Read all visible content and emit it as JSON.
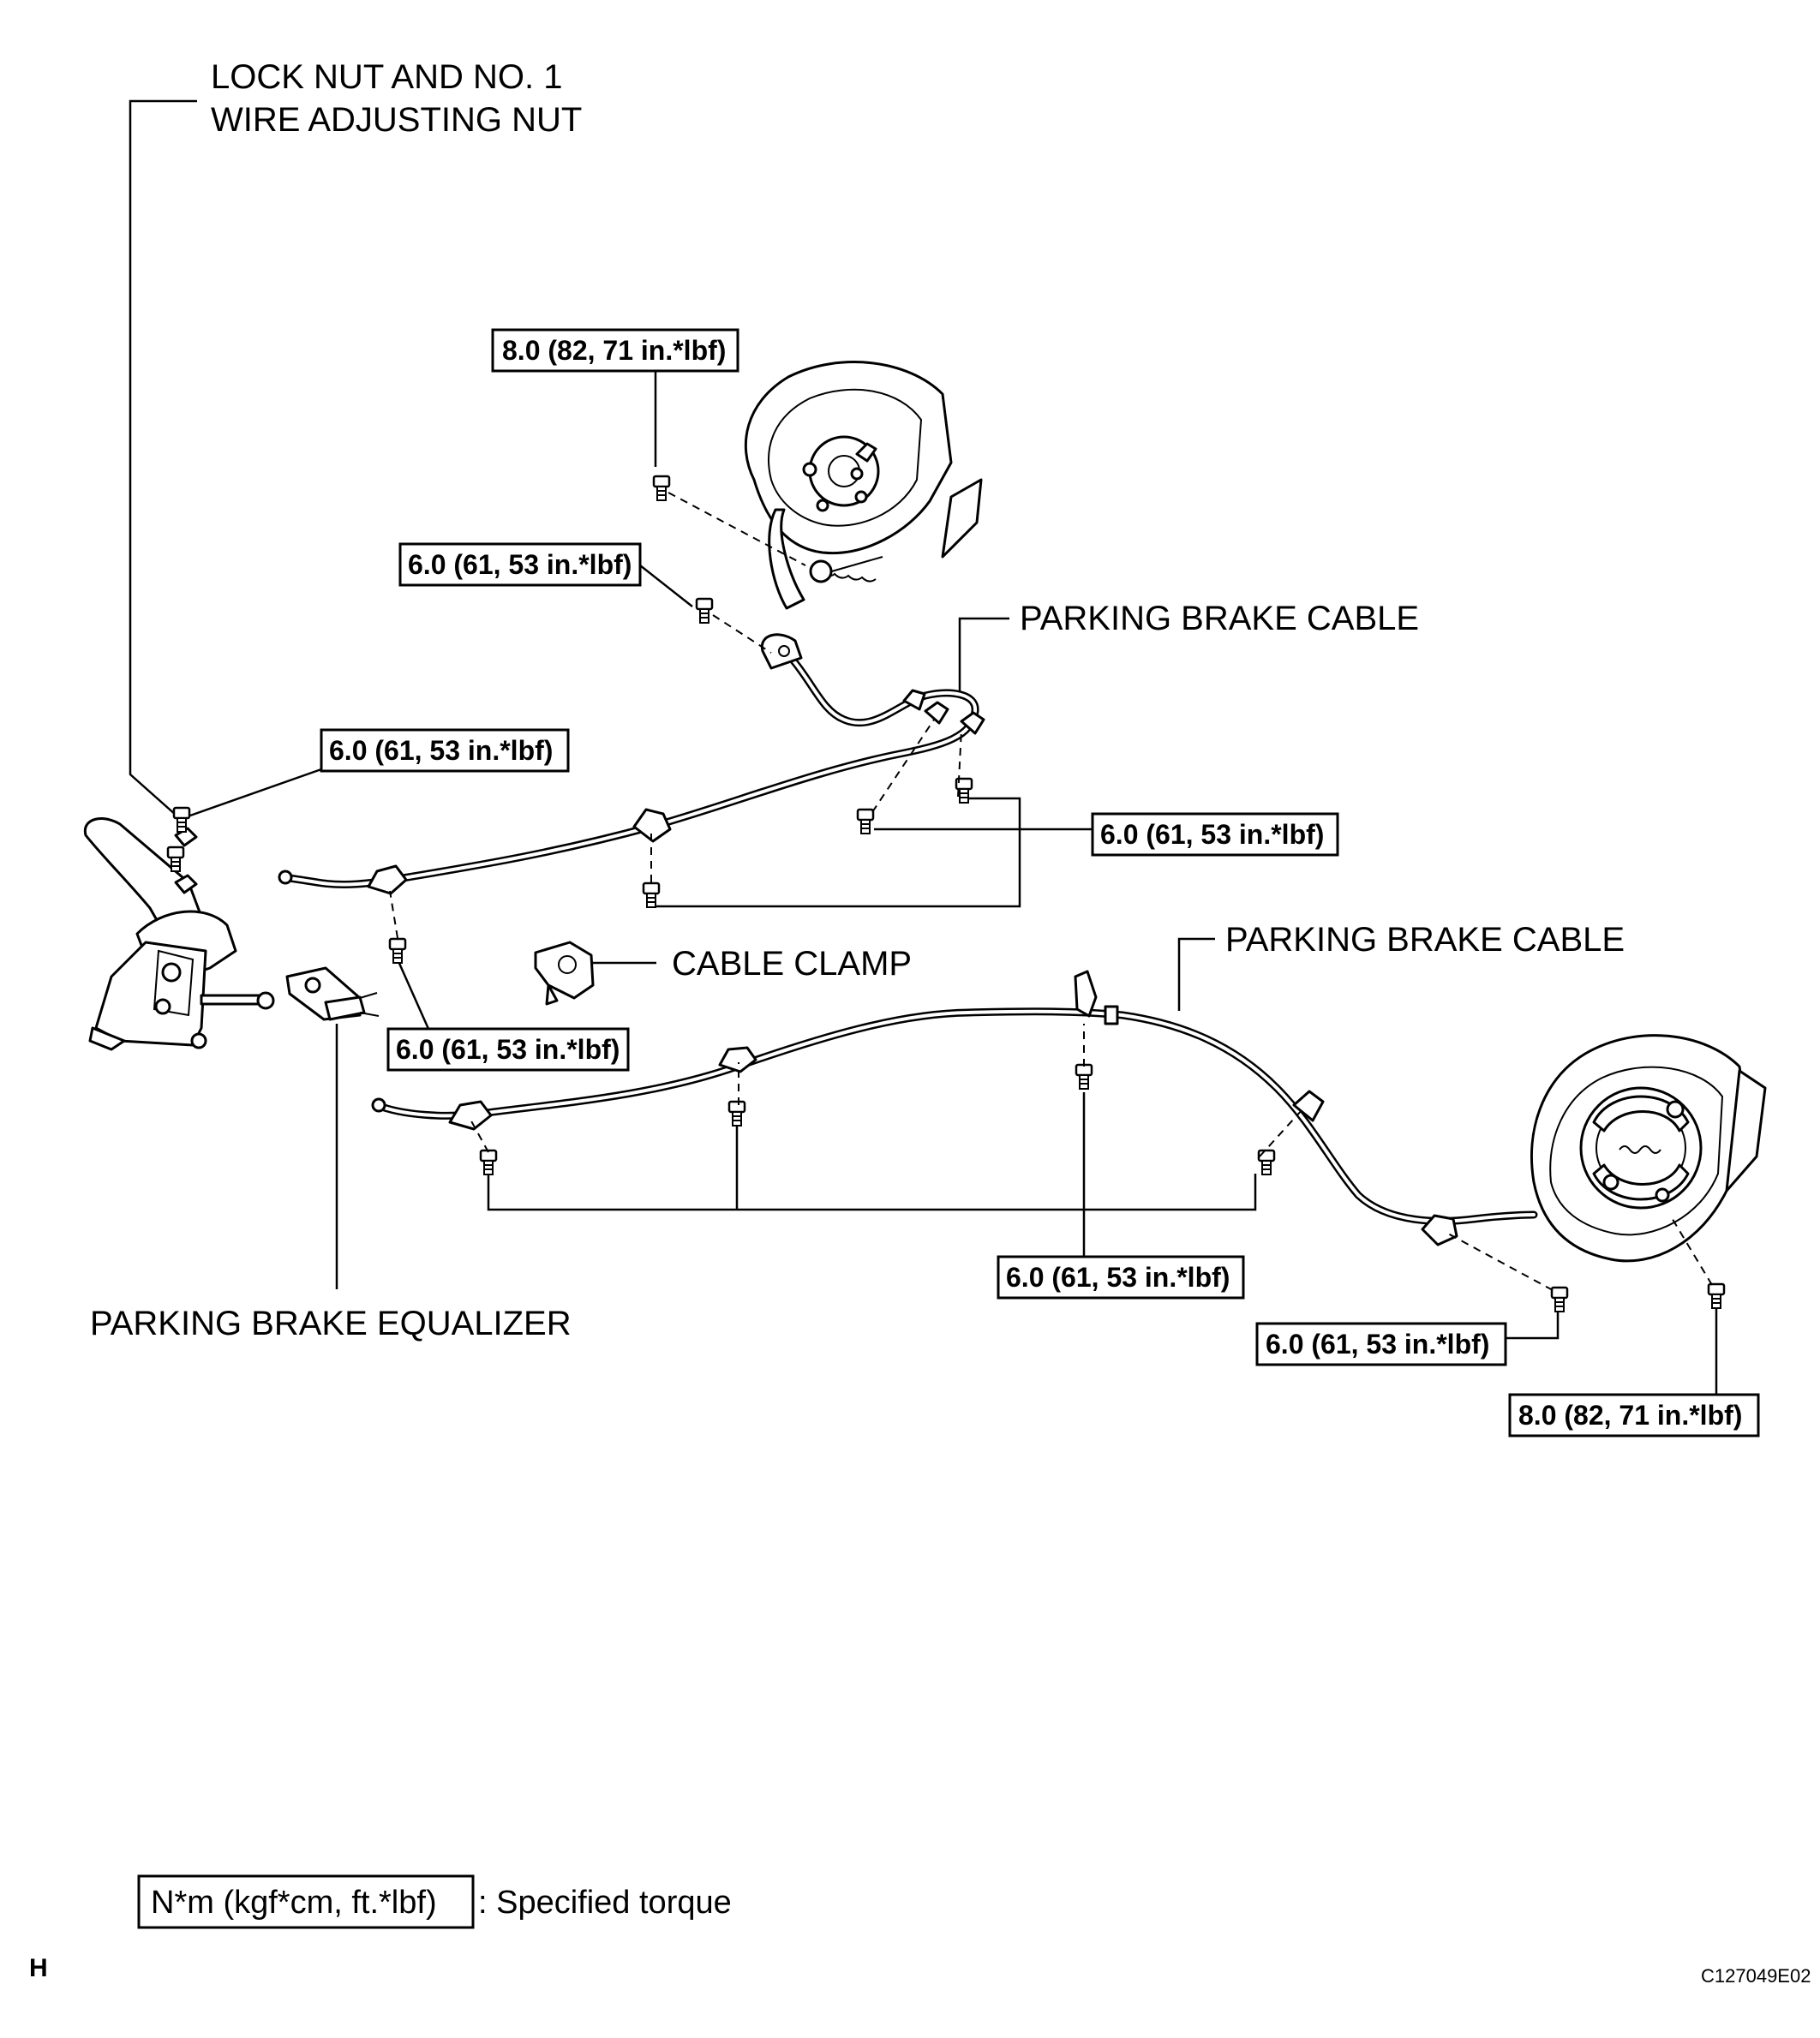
{
  "callouts": {
    "lock_nut_line1": "LOCK NUT AND NO. 1",
    "lock_nut_line2": "WIRE ADJUSTING NUT",
    "parking_brake_cable_upper": "PARKING BRAKE CABLE",
    "parking_brake_cable_lower": "PARKING BRAKE CABLE",
    "cable_clamp": "CABLE CLAMP",
    "parking_brake_equalizer": "PARKING BRAKE EQUALIZER"
  },
  "torques": [
    "8.0 (82, 71 in.*lbf)",
    "6.0 (61, 53 in.*lbf)",
    "6.0 (61, 53 in.*lbf)",
    "6.0 (61, 53 in.*lbf)",
    "6.0 (61, 53 in.*lbf)",
    "6.0 (61, 53 in.*lbf)",
    "6.0 (61, 53 in.*lbf)",
    "8.0 (82, 71 in.*lbf)"
  ],
  "legend": {
    "box_label": "N*m (kgf*cm, ft.*lbf)",
    "description": ": Specified torque"
  },
  "footer": {
    "left_mark": "H",
    "figure_code": "C127049E02"
  }
}
